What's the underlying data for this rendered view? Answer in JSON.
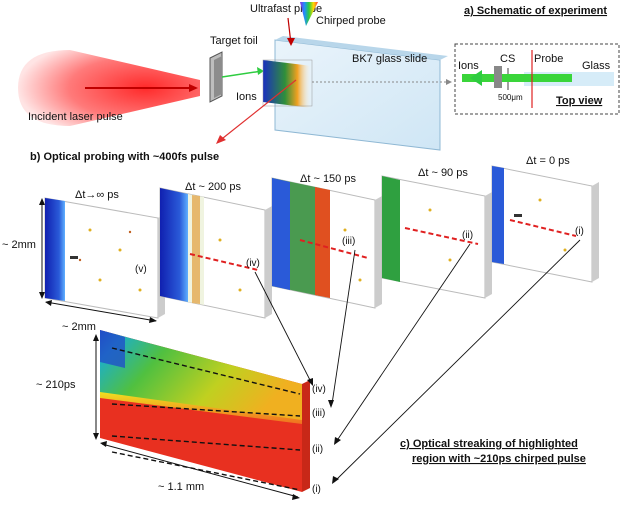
{
  "section_a": {
    "title": "a) Schematic of experiment",
    "ultrafast_probe": "Ultrafast probe",
    "chirped_probe": "Chirped probe",
    "target_foil": "Target foil",
    "ions": "Ions",
    "glass_slide": "BK7 glass slide",
    "incident_laser": "Incident laser pulse",
    "top_view": {
      "title": "Top view",
      "ions": "Ions",
      "cs": "CS",
      "probe": "Probe",
      "glass": "Glass",
      "scale": "500μm"
    }
  },
  "section_b": {
    "title": "b) Optical probing with ~400fs pulse",
    "panels": [
      {
        "delay": "Δt→∞ ps",
        "marker": "(v)"
      },
      {
        "delay": "Δt ~ 200 ps",
        "marker": "(iv)"
      },
      {
        "delay": "Δt ~ 150 ps",
        "marker": "(iii)"
      },
      {
        "delay": "Δt ~ 90 ps",
        "marker": "(ii)"
      },
      {
        "delay": "Δt = 0 ps",
        "marker": "(i)"
      }
    ],
    "height_label": "~ 2mm",
    "width_label": "~ 2mm"
  },
  "section_c": {
    "title_line1": "c) Optical streaking of highlighted",
    "title_line2": "region with ~210ps chirped pulse",
    "time_label": "~ 210ps",
    "length_label": "~ 1.1 mm",
    "markers": [
      "(iv)",
      "(iii)",
      "(ii)",
      "(i)"
    ]
  }
}
